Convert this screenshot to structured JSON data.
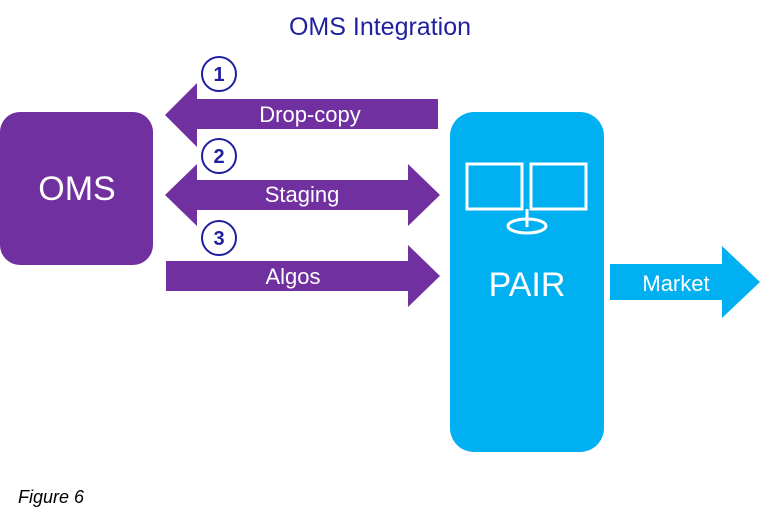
{
  "title": "OMS Integration",
  "colors": {
    "title": "#1F1F9F",
    "oms": "#7030A0",
    "pair": "#00B0F0",
    "step_circle": "#1F1F9F",
    "text_light": "#FFFFFF"
  },
  "nodes": {
    "oms": {
      "label": "OMS"
    },
    "pair": {
      "label": "PAIR",
      "icon": "dual-monitor-icon"
    }
  },
  "flows": [
    {
      "step": "1",
      "label": "Drop-copy",
      "direction": "PAIR to OMS"
    },
    {
      "step": "2",
      "label": "Staging",
      "direction": "bidirectional"
    },
    {
      "step": "3",
      "label": "Algos",
      "direction": "OMS to PAIR"
    }
  ],
  "market": {
    "label": "Market",
    "direction": "PAIR to Market"
  },
  "caption": "Figure 6"
}
